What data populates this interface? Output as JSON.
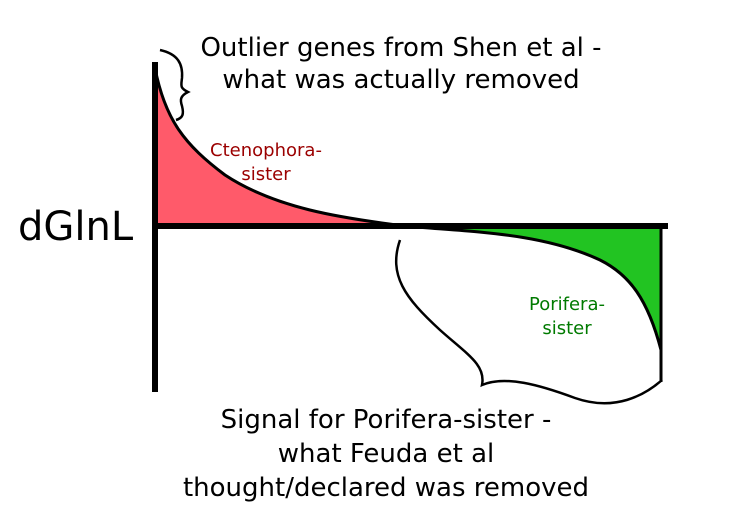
{
  "annotations": {
    "top_line1": "Outlier genes from Shen et al -",
    "top_line2": "what was actually removed",
    "bottom_line1": "Signal for Porifera-sister -",
    "bottom_line2": "what Feuda et al",
    "bottom_line3": "thought/declared was removed"
  },
  "axis": {
    "y_label": "dGlnL"
  },
  "regions": {
    "ctenophora_line1": "Ctenophora-",
    "ctenophora_line2": "sister",
    "porifera_line1": "Porifera-",
    "porifera_line2": "sister"
  },
  "colors": {
    "ctenophora_fill": "#ff5a6a",
    "porifera_fill": "#22c422",
    "ctenophora_text": "#9b0000",
    "porifera_text": "#007a00",
    "stroke": "#000000"
  }
}
